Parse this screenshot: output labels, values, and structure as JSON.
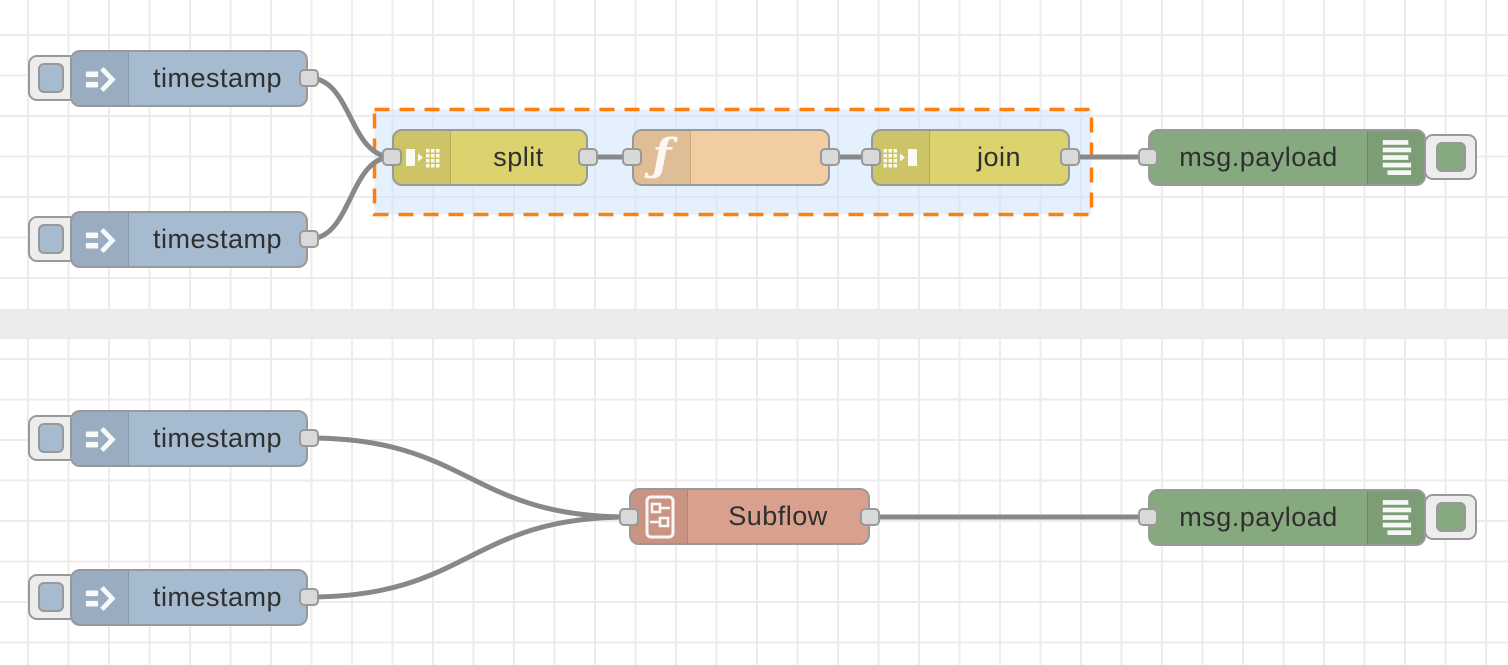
{
  "app": {
    "name": "Node-RED flow editor canvas"
  },
  "canvas": {
    "background": "#ffffff",
    "grid_color": "#ececec",
    "divider_color": "#ebebeb",
    "wire_color": "#888888",
    "port_fill": "#d9d9d9",
    "port_border": "#999999",
    "label_color": "#2f2f2f"
  },
  "selection": {
    "border_color": "#ff7f0e",
    "fill_color": "#dce9f8",
    "style": "dashed",
    "contains": [
      "split",
      "function",
      "join"
    ]
  },
  "flows": {
    "top": {
      "nodes": [
        {
          "id": "inject1",
          "type": "inject",
          "label": "timestamp",
          "color": "#a6bbcf",
          "icon": "inject-arrow-icon",
          "has_button": true
        },
        {
          "id": "inject2",
          "type": "inject",
          "label": "timestamp",
          "color": "#a6bbcf",
          "icon": "inject-arrow-icon",
          "has_button": true
        },
        {
          "id": "split1",
          "type": "split",
          "label": "split",
          "color": "#dcd36e",
          "icon": "split-icon"
        },
        {
          "id": "function1",
          "type": "function",
          "label": "",
          "color": "#f2cda1",
          "icon": "function-f-icon"
        },
        {
          "id": "join1",
          "type": "join",
          "label": "join",
          "color": "#dcd36e",
          "icon": "join-icon"
        },
        {
          "id": "debug1",
          "type": "debug",
          "label": "msg.payload",
          "color": "#87a980",
          "icon": "debug-lines-icon",
          "has_button": true
        }
      ],
      "wires": [
        {
          "from": "inject1",
          "to": "split1"
        },
        {
          "from": "inject2",
          "to": "split1"
        },
        {
          "from": "split1",
          "to": "function1"
        },
        {
          "from": "function1",
          "to": "join1"
        },
        {
          "from": "join1",
          "to": "debug1"
        }
      ]
    },
    "bottom": {
      "nodes": [
        {
          "id": "inject3",
          "type": "inject",
          "label": "timestamp",
          "color": "#a6bbcf",
          "icon": "inject-arrow-icon",
          "has_button": true
        },
        {
          "id": "inject4",
          "type": "inject",
          "label": "timestamp",
          "color": "#a6bbcf",
          "icon": "inject-arrow-icon",
          "has_button": true
        },
        {
          "id": "subflow1",
          "type": "subflow",
          "label": "Subflow",
          "color": "#d9a08e",
          "icon": "subflow-icon"
        },
        {
          "id": "debug2",
          "type": "debug",
          "label": "msg.payload",
          "color": "#87a980",
          "icon": "debug-lines-icon",
          "has_button": true
        }
      ],
      "wires": [
        {
          "from": "inject3",
          "to": "subflow1"
        },
        {
          "from": "inject4",
          "to": "subflow1"
        },
        {
          "from": "subflow1",
          "to": "debug2"
        }
      ]
    }
  }
}
